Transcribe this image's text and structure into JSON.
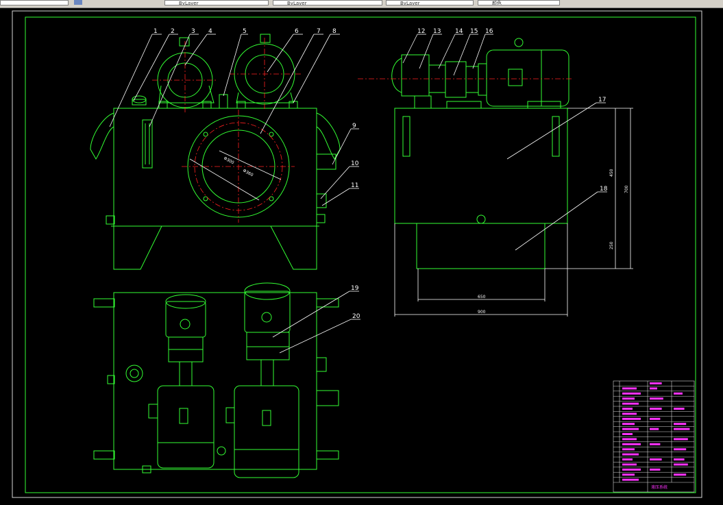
{
  "toolbar": {
    "fields": [
      "",
      "ByLayer",
      "ByLayer",
      "ByLayer",
      "颜色"
    ]
  },
  "drawing": {
    "colors": {
      "background": "#000000",
      "frame": "#33ff33",
      "outline": "#d8d8d8",
      "leader": "#ffffff",
      "centerline": "#ff2020",
      "text_highlight": "#ff33ff",
      "dimension": "#ffffff"
    },
    "balloons": [
      "1",
      "2",
      "3",
      "4",
      "5",
      "6",
      "7",
      "8",
      "9",
      "10",
      "11",
      "12",
      "13",
      "14",
      "15",
      "16",
      "17",
      "18",
      "19",
      "20"
    ],
    "dimensions": {
      "front_circle_inner": "Φ300",
      "front_circle_outer": "Φ360",
      "side_height_upper": "450",
      "side_height_total": "700",
      "side_height_lower": "250",
      "side_width_inner": "650",
      "side_width_outer": "900"
    },
    "title_block": {
      "label": "液压系统"
    }
  }
}
